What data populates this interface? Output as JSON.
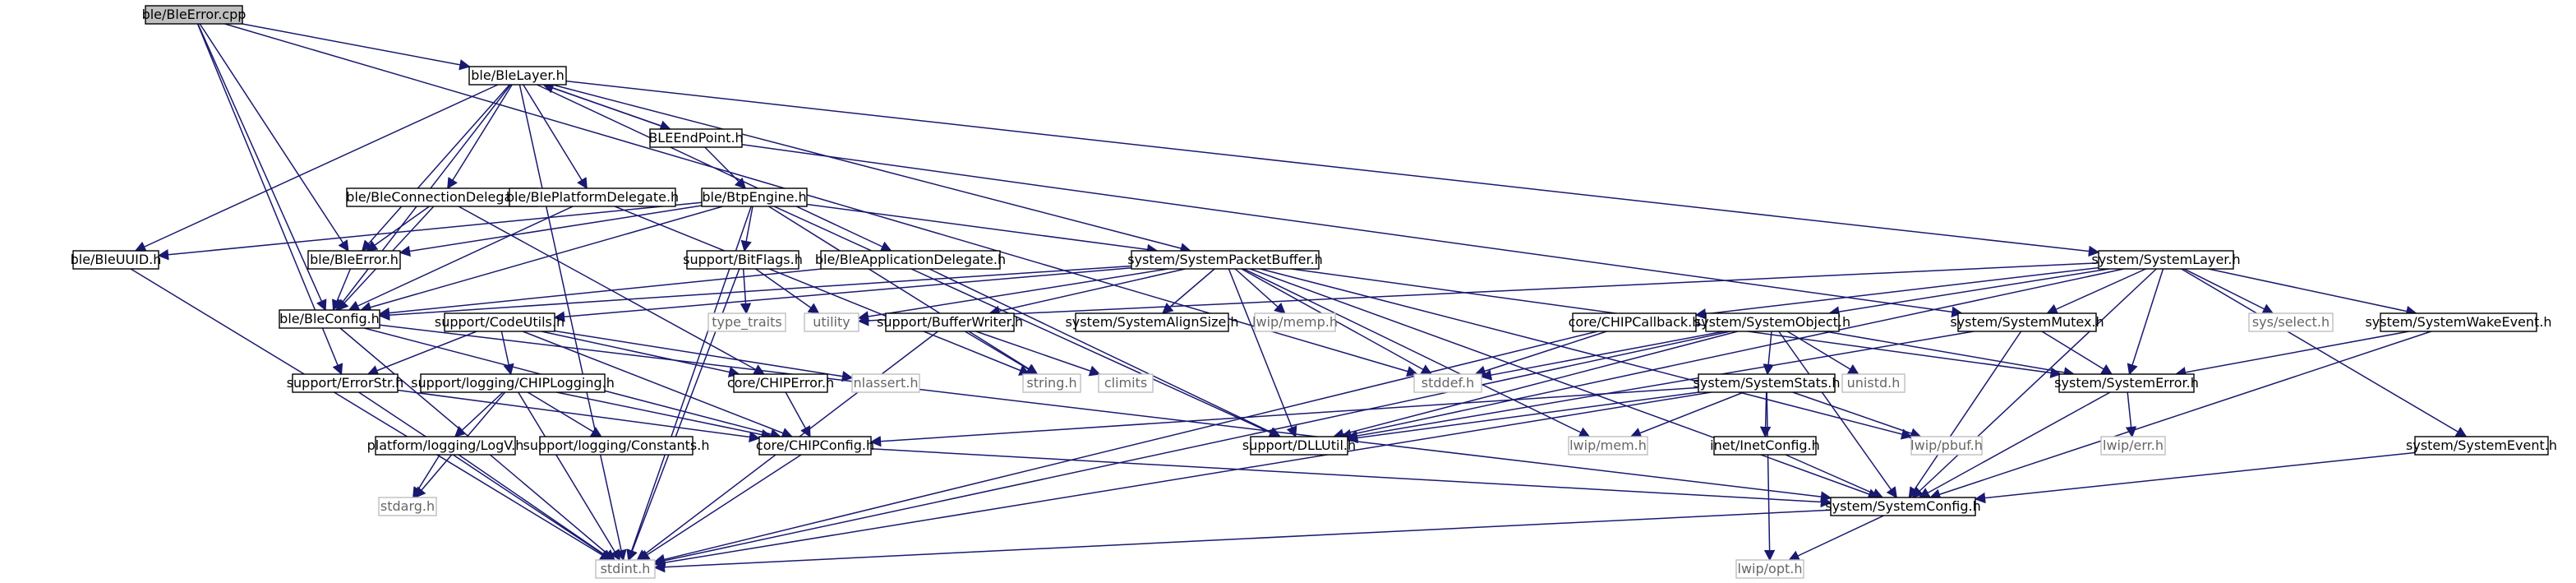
{
  "colors": {
    "edge": "#191970",
    "border": "#000000",
    "border_missing": "#bfbfbf",
    "text": "#000000",
    "text_missing": "#666666",
    "root_fill": "#bfbfbf",
    "fill": "#ffffff"
  },
  "nodes": [
    {
      "id": "root",
      "label": "ble/BleError.cpp",
      "root": true
    },
    {
      "id": "blelayer",
      "label": "ble/BleLayer.h"
    },
    {
      "id": "bleendpoint",
      "label": "BLEEndPoint.h"
    },
    {
      "id": "connDel",
      "label": "ble/BleConnectionDelegate.h"
    },
    {
      "id": "platDel",
      "label": "ble/BlePlatformDelegate.h"
    },
    {
      "id": "btpEngine",
      "label": "ble/BtpEngine.h"
    },
    {
      "id": "bleuuid",
      "label": "ble/BleUUID.h"
    },
    {
      "id": "bleerrorh",
      "label": "ble/BleError.h"
    },
    {
      "id": "bitflags",
      "label": "support/BitFlags.h"
    },
    {
      "id": "appDel",
      "label": "ble/BleApplicationDelegate.h"
    },
    {
      "id": "pktbuf",
      "label": "system/SystemPacketBuffer.h"
    },
    {
      "id": "syslayer",
      "label": "system/SystemLayer.h"
    },
    {
      "id": "bleconfig",
      "label": "ble/BleConfig.h"
    },
    {
      "id": "codeutils",
      "label": "support/CodeUtils.h"
    },
    {
      "id": "typetraits",
      "label": "type_traits",
      "missing": true
    },
    {
      "id": "utility",
      "label": "utility",
      "missing": true
    },
    {
      "id": "bufwriter",
      "label": "support/BufferWriter.h"
    },
    {
      "id": "alignsize",
      "label": "system/SystemAlignSize.h"
    },
    {
      "id": "memph",
      "label": "lwip/memp.h",
      "missing": true
    },
    {
      "id": "chipcallback",
      "label": "core/CHIPCallback.h"
    },
    {
      "id": "sysobject",
      "label": "system/SystemObject.h"
    },
    {
      "id": "sysmutex",
      "label": "system/SystemMutex.h"
    },
    {
      "id": "sysselect",
      "label": "sys/select.h",
      "missing": true
    },
    {
      "id": "syswake",
      "label": "system/SystemWakeEvent.h"
    },
    {
      "id": "errorstr",
      "label": "support/ErrorStr.h"
    },
    {
      "id": "chiplogging",
      "label": "support/logging/CHIPLogging.h"
    },
    {
      "id": "chiperror",
      "label": "core/CHIPError.h"
    },
    {
      "id": "nlassert",
      "label": "nlassert.h",
      "missing": true
    },
    {
      "id": "stringh",
      "label": "string.h",
      "missing": true
    },
    {
      "id": "climits",
      "label": "climits",
      "missing": true
    },
    {
      "id": "stddef",
      "label": "stddef.h",
      "missing": true
    },
    {
      "id": "unistd",
      "label": "unistd.h",
      "missing": true
    },
    {
      "id": "syserror",
      "label": "system/SystemError.h"
    },
    {
      "id": "sysstats",
      "label": "system/SystemStats.h"
    },
    {
      "id": "logv",
      "label": "platform/logging/LogV.h"
    },
    {
      "id": "logconst",
      "label": "support/logging/Constants.h"
    },
    {
      "id": "chipconfig",
      "label": "core/CHIPConfig.h"
    },
    {
      "id": "dllutil",
      "label": "support/DLLUtil.h"
    },
    {
      "id": "memh",
      "label": "lwip/mem.h",
      "missing": true
    },
    {
      "id": "inetconfig",
      "label": "inet/InetConfig.h"
    },
    {
      "id": "pbuf",
      "label": "lwip/pbuf.h",
      "missing": true
    },
    {
      "id": "errh",
      "label": "lwip/err.h",
      "missing": true
    },
    {
      "id": "sysevent",
      "label": "system/SystemEvent.h"
    },
    {
      "id": "stdarg",
      "label": "stdarg.h",
      "missing": true
    },
    {
      "id": "sysconfig",
      "label": "system/SystemConfig.h"
    },
    {
      "id": "stdint",
      "label": "stdint.h",
      "missing": true
    },
    {
      "id": "opth",
      "label": "lwip/opt.h",
      "missing": true
    }
  ],
  "edges": [
    [
      "root",
      "blelayer"
    ],
    [
      "root",
      "bleerrorh"
    ],
    [
      "root",
      "bleconfig"
    ],
    [
      "root",
      "errorstr"
    ],
    [
      "root",
      "stddef"
    ],
    [
      "blelayer",
      "bleendpoint"
    ],
    [
      "blelayer",
      "connDel"
    ],
    [
      "blelayer",
      "platDel"
    ],
    [
      "blelayer",
      "appDel"
    ],
    [
      "blelayer",
      "bleuuid"
    ],
    [
      "blelayer",
      "bleerrorh"
    ],
    [
      "blelayer",
      "bleconfig"
    ],
    [
      "blelayer",
      "pktbuf"
    ],
    [
      "blelayer",
      "syslayer"
    ],
    [
      "blelayer",
      "stdint"
    ],
    [
      "bleendpoint",
      "blelayer"
    ],
    [
      "bleendpoint",
      "btpEngine"
    ],
    [
      "bleendpoint",
      "sysmutex"
    ],
    [
      "connDel",
      "bleerrorh"
    ],
    [
      "connDel",
      "bleconfig"
    ],
    [
      "connDel",
      "chiperror"
    ],
    [
      "platDel",
      "bleconfig"
    ],
    [
      "platDel",
      "stringh"
    ],
    [
      "btpEngine",
      "bleuuid"
    ],
    [
      "btpEngine",
      "bleerrorh"
    ],
    [
      "btpEngine",
      "bleconfig"
    ],
    [
      "btpEngine",
      "bitflags"
    ],
    [
      "btpEngine",
      "pktbuf"
    ],
    [
      "btpEngine",
      "dllutil"
    ],
    [
      "btpEngine",
      "stdint"
    ],
    [
      "btpEngine",
      "stringh"
    ],
    [
      "bleuuid",
      "stdint"
    ],
    [
      "bleerrorh",
      "bleconfig"
    ],
    [
      "bitflags",
      "typetraits"
    ],
    [
      "bitflags",
      "utility"
    ],
    [
      "bitflags",
      "stdint"
    ],
    [
      "appDel",
      "bleconfig"
    ],
    [
      "appDel",
      "dllutil"
    ],
    [
      "pktbuf",
      "bleconfig"
    ],
    [
      "pktbuf",
      "codeutils"
    ],
    [
      "pktbuf",
      "utility"
    ],
    [
      "pktbuf",
      "bufwriter"
    ],
    [
      "pktbuf",
      "alignsize"
    ],
    [
      "pktbuf",
      "memph"
    ],
    [
      "pktbuf",
      "dllutil"
    ],
    [
      "pktbuf",
      "stddef"
    ],
    [
      "pktbuf",
      "sysconfig"
    ],
    [
      "pktbuf",
      "syserror"
    ],
    [
      "pktbuf",
      "memh"
    ],
    [
      "pktbuf",
      "pbuf"
    ],
    [
      "syslayer",
      "chipcallback"
    ],
    [
      "syslayer",
      "sysobject"
    ],
    [
      "syslayer",
      "sysmutex"
    ],
    [
      "syslayer",
      "sysselect"
    ],
    [
      "syslayer",
      "syswake"
    ],
    [
      "syslayer",
      "sysevent"
    ],
    [
      "syslayer",
      "syserror"
    ],
    [
      "syslayer",
      "sysconfig"
    ],
    [
      "syslayer",
      "utility"
    ],
    [
      "syslayer",
      "dllutil"
    ],
    [
      "bleconfig",
      "chipconfig"
    ],
    [
      "bleconfig",
      "sysconfig"
    ],
    [
      "bleconfig",
      "stdint"
    ],
    [
      "codeutils",
      "errorstr"
    ],
    [
      "codeutils",
      "chiplogging"
    ],
    [
      "codeutils",
      "nlassert"
    ],
    [
      "codeutils",
      "chiperror"
    ],
    [
      "codeutils",
      "chipconfig"
    ],
    [
      "bufwriter",
      "stringh"
    ],
    [
      "bufwriter",
      "climits"
    ],
    [
      "bufwriter",
      "stdint"
    ],
    [
      "chipcallback",
      "stddef"
    ],
    [
      "chipcallback",
      "stdint"
    ],
    [
      "sysobject",
      "stddef"
    ],
    [
      "sysobject",
      "unistd"
    ],
    [
      "sysobject",
      "sysstats"
    ],
    [
      "sysobject",
      "syserror"
    ],
    [
      "sysobject",
      "sysconfig"
    ],
    [
      "sysobject",
      "dllutil"
    ],
    [
      "sysobject",
      "stdint"
    ],
    [
      "sysmutex",
      "syserror"
    ],
    [
      "sysmutex",
      "sysconfig"
    ],
    [
      "sysmutex",
      "dllutil"
    ],
    [
      "syswake",
      "syserror"
    ],
    [
      "syswake",
      "sysconfig"
    ],
    [
      "errorstr",
      "chipconfig"
    ],
    [
      "errorstr",
      "stdint"
    ],
    [
      "chiplogging",
      "logv"
    ],
    [
      "chiplogging",
      "logconst"
    ],
    [
      "chiplogging",
      "chipconfig"
    ],
    [
      "chiplogging",
      "stdint"
    ],
    [
      "chiplogging",
      "stdarg"
    ],
    [
      "chiperror",
      "chipconfig"
    ],
    [
      "syserror",
      "errh"
    ],
    [
      "syserror",
      "sysconfig"
    ],
    [
      "sysstats",
      "dllutil"
    ],
    [
      "sysstats",
      "memh"
    ],
    [
      "sysstats",
      "inetconfig"
    ],
    [
      "sysstats",
      "pbuf"
    ],
    [
      "sysstats",
      "opth"
    ],
    [
      "sysstats",
      "stdint"
    ],
    [
      "sysstats",
      "chipconfig"
    ],
    [
      "logv",
      "stdarg"
    ],
    [
      "logv",
      "stdint"
    ],
    [
      "chipconfig",
      "sysconfig"
    ],
    [
      "chipconfig",
      "stdint"
    ],
    [
      "inetconfig",
      "sysconfig"
    ],
    [
      "sysevent",
      "sysconfig"
    ],
    [
      "sysconfig",
      "opth"
    ],
    [
      "sysconfig",
      "stdint"
    ]
  ]
}
